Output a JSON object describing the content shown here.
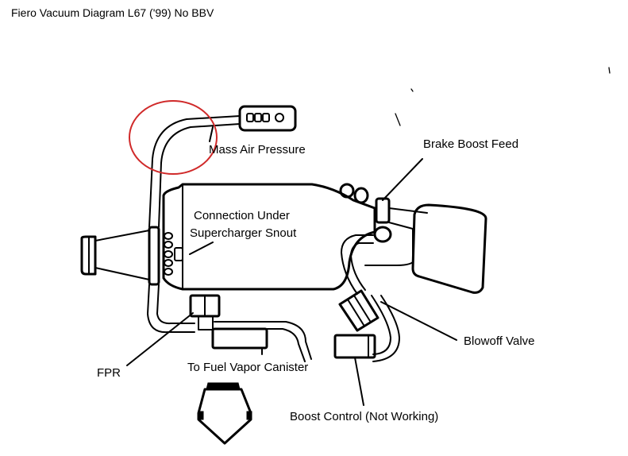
{
  "title": "Fiero Vacuum Diagram L67 ('99) No BBV",
  "labels": {
    "mass_air_pressure": "Mass Air Pressure",
    "brake_boost_feed": "Brake Boost Feed",
    "connection_under_line1": "Connection Under",
    "connection_under_line2": "Supercharger Snout",
    "blowoff_valve": "Blowoff Valve",
    "fpr": "FPR",
    "fuel_vapor_canister": "To Fuel Vapor Canister",
    "boost_control": "Boost Control (Not Working)"
  },
  "colors": {
    "line": "#000000",
    "highlight_circle": "#d02a2a",
    "background": "#ffffff"
  }
}
